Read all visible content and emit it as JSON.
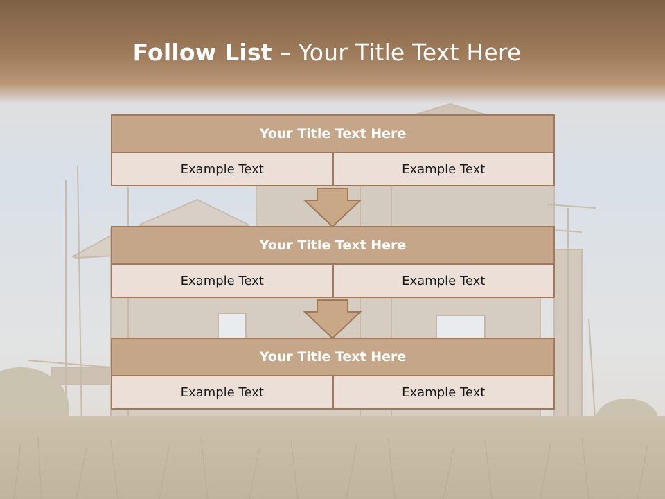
{
  "slide": {
    "title_bold": "Follow List",
    "title_rest": "– Your Title Text Here"
  },
  "blocks": [
    {
      "title": "Your Title Text Here",
      "cells": [
        "Example Text",
        "Example Text"
      ]
    },
    {
      "title": "Your Title Text Here",
      "cells": [
        "Example Text",
        "Example Text"
      ]
    },
    {
      "title": "Your Title Text Here",
      "cells": [
        "Example Text",
        "Example Text"
      ]
    }
  ],
  "colors": {
    "header_brown": "#7e6145",
    "box_title_fill": "#c6a688",
    "box_border": "#a0785a",
    "cell_fill": "#ebdfd8",
    "arrow_fill": "#c9a888"
  }
}
